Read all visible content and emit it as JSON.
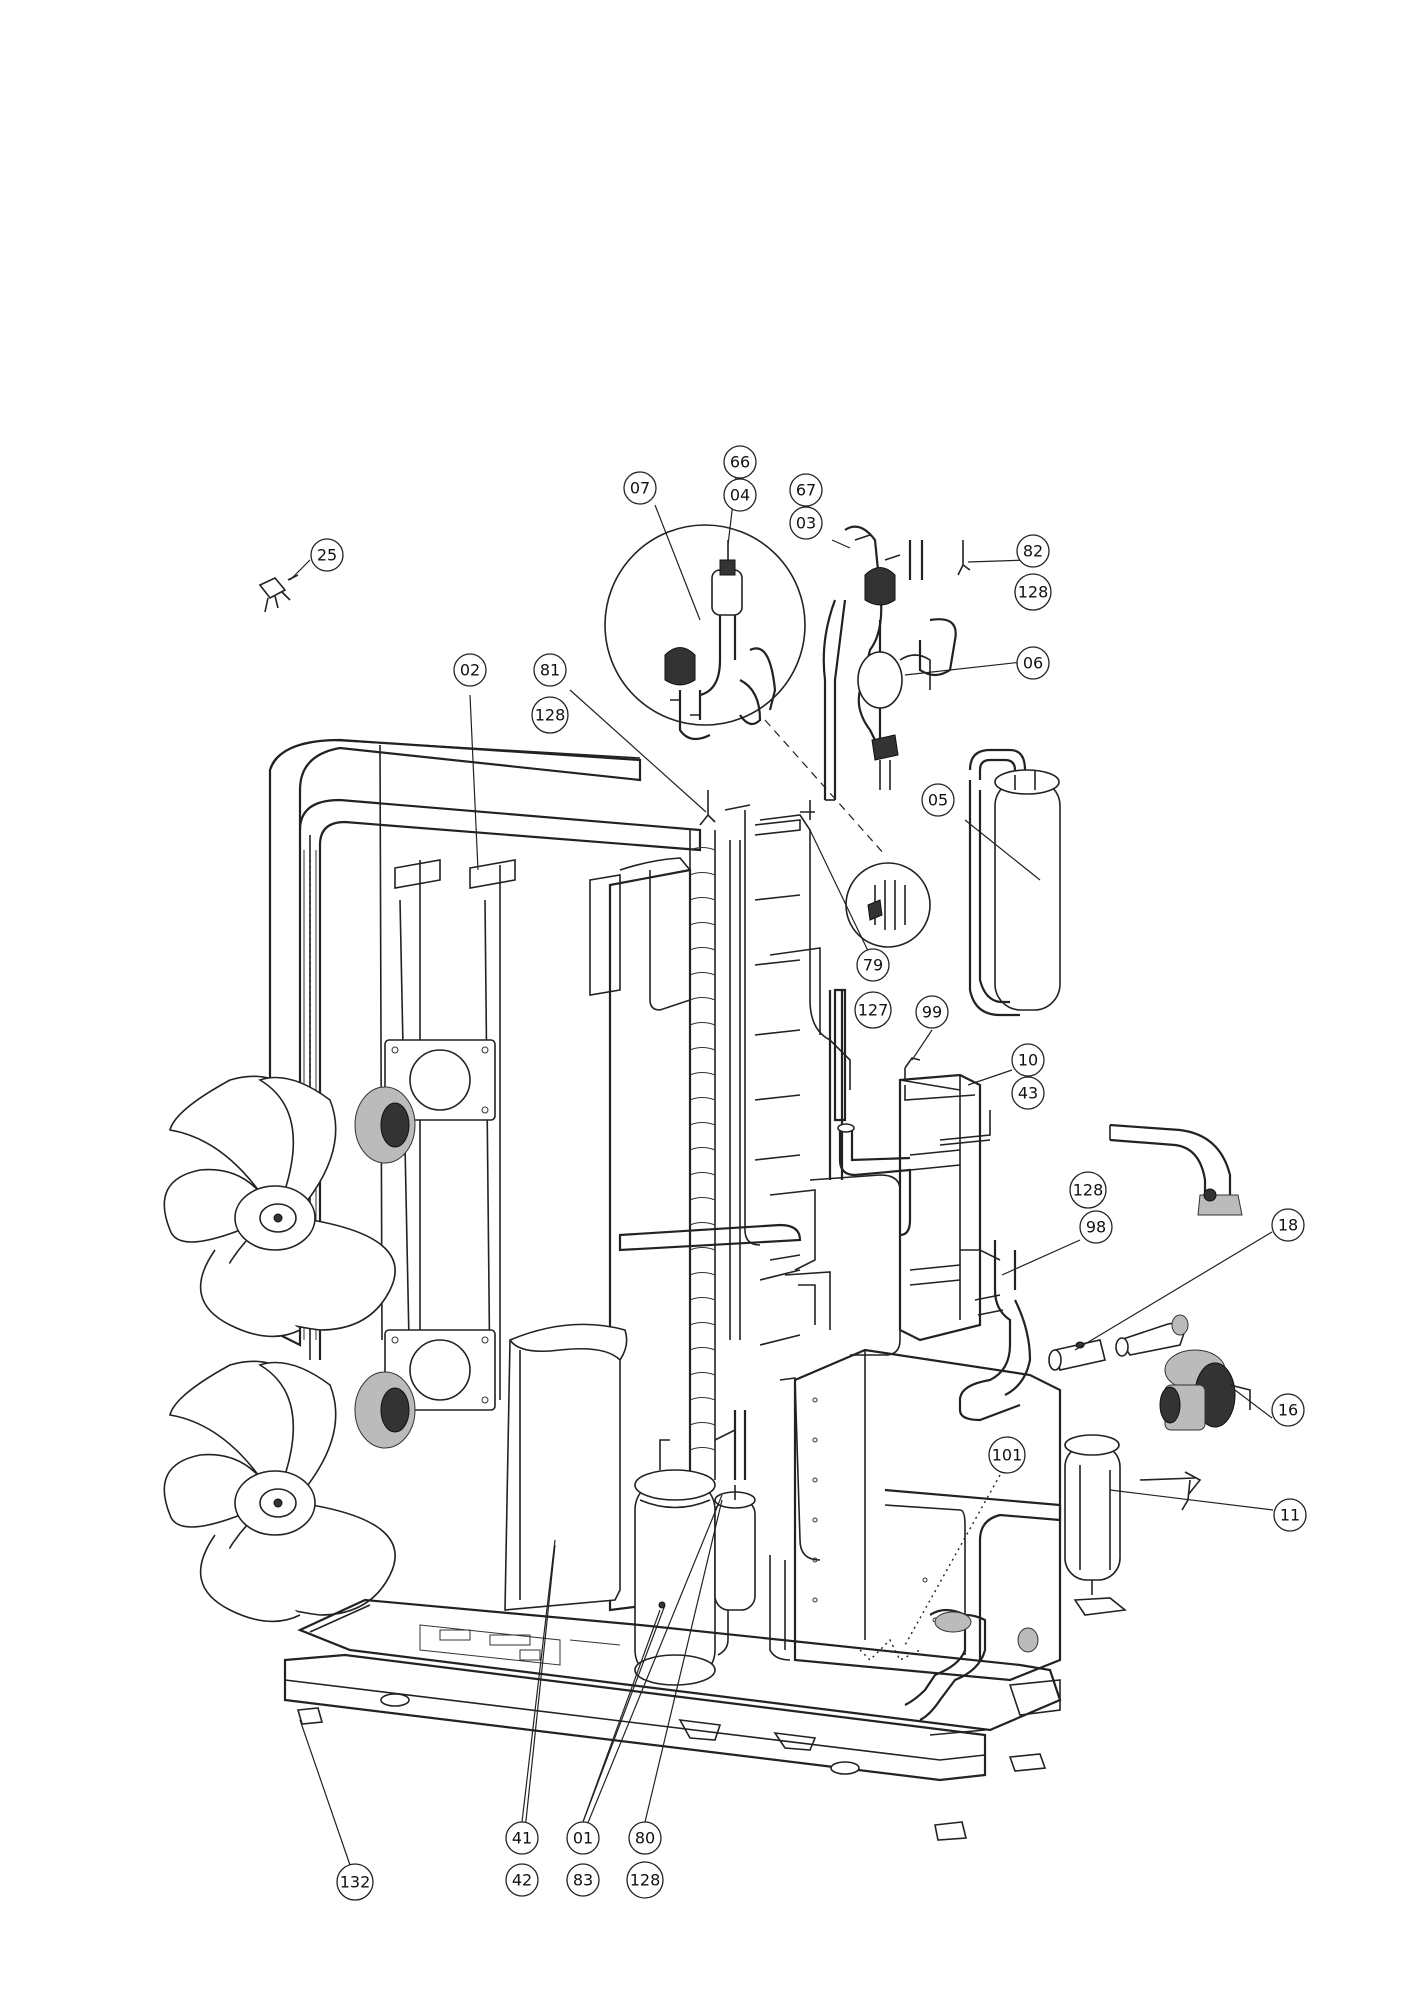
{
  "callouts": [
    {
      "id": "c66",
      "label": "66"
    },
    {
      "id": "c04",
      "label": "04"
    },
    {
      "id": "c07",
      "label": "07"
    },
    {
      "id": "c67",
      "label": "67"
    },
    {
      "id": "c03",
      "label": "03"
    },
    {
      "id": "c82",
      "label": "82"
    },
    {
      "id": "c128a",
      "label": "128"
    },
    {
      "id": "c25",
      "label": "25"
    },
    {
      "id": "c06",
      "label": "06"
    },
    {
      "id": "c02",
      "label": "02"
    },
    {
      "id": "c81",
      "label": "81"
    },
    {
      "id": "c128b",
      "label": "128"
    },
    {
      "id": "c05",
      "label": "05"
    },
    {
      "id": "c79",
      "label": "79"
    },
    {
      "id": "c127",
      "label": "127"
    },
    {
      "id": "c99",
      "label": "99"
    },
    {
      "id": "c10",
      "label": "10"
    },
    {
      "id": "c43",
      "label": "43"
    },
    {
      "id": "c128c",
      "label": "128"
    },
    {
      "id": "c98",
      "label": "98"
    },
    {
      "id": "c18",
      "label": "18"
    },
    {
      "id": "c16",
      "label": "16"
    },
    {
      "id": "c101",
      "label": "101"
    },
    {
      "id": "c11",
      "label": "11"
    },
    {
      "id": "c41",
      "label": "41"
    },
    {
      "id": "c42",
      "label": "42"
    },
    {
      "id": "c01",
      "label": "01"
    },
    {
      "id": "c83",
      "label": "83"
    },
    {
      "id": "c80",
      "label": "80"
    },
    {
      "id": "c128d",
      "label": "128"
    },
    {
      "id": "c132",
      "label": "132"
    }
  ]
}
